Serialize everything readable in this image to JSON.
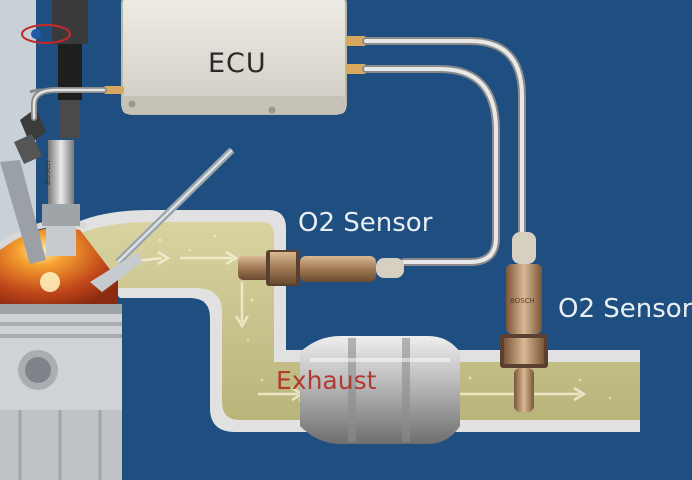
{
  "labels": {
    "ecu": "ECU",
    "o2_sensor_upstream": "O2 Sensor",
    "o2_sensor_downstream": "O2 Sensor",
    "exhaust": "Exhaust"
  },
  "brand_marks": {
    "spark_plug": "BOSCH",
    "sensor": "BOSCH"
  },
  "colors": {
    "background": "#1f4f80",
    "pipe_wall": "#dcdcdc",
    "exhaust_gas": "#c9c48c",
    "ecu_box": "#e4e2da",
    "exhaust_text": "#b03a2e",
    "label_text": "#e9eef3"
  },
  "icons": [
    "logo-icon",
    "ecu-box",
    "o2-sensor-icon",
    "catalytic-converter-icon",
    "spark-plug-icon",
    "injector-icon",
    "piston-icon"
  ]
}
